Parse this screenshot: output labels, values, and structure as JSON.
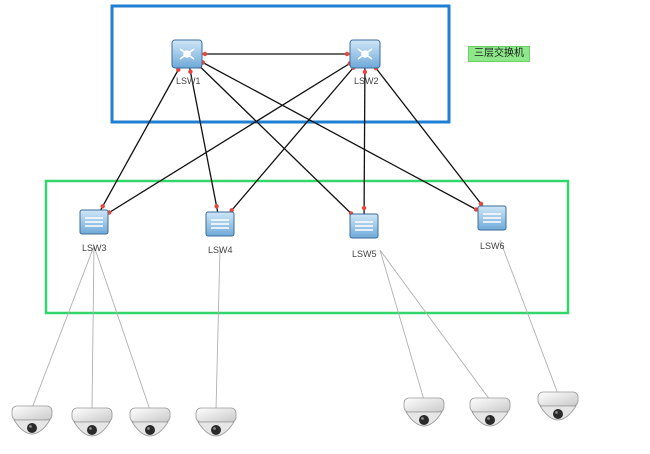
{
  "diagram": {
    "group_label": "三层交换机",
    "core_switches": [
      {
        "id": "lsw1",
        "label": "LSW1"
      },
      {
        "id": "lsw2",
        "label": "LSW2"
      }
    ],
    "access_switches": [
      {
        "id": "lsw3",
        "label": "LSW3"
      },
      {
        "id": "lsw4",
        "label": "LSW4"
      },
      {
        "id": "lsw5",
        "label": "LSW5"
      },
      {
        "id": "lsw6",
        "label": "LSW6"
      }
    ],
    "cameras": [
      {
        "id": "cam1",
        "uplink": "lsw3"
      },
      {
        "id": "cam2",
        "uplink": "lsw3"
      },
      {
        "id": "cam3",
        "uplink": "lsw3"
      },
      {
        "id": "cam4",
        "uplink": "lsw4"
      },
      {
        "id": "cam5",
        "uplink": "lsw5"
      },
      {
        "id": "cam6",
        "uplink": "lsw5"
      },
      {
        "id": "cam7",
        "uplink": "lsw6"
      }
    ],
    "links": [
      [
        "lsw1",
        "lsw2"
      ],
      [
        "lsw1",
        "lsw3"
      ],
      [
        "lsw1",
        "lsw4"
      ],
      [
        "lsw1",
        "lsw5"
      ],
      [
        "lsw1",
        "lsw6"
      ],
      [
        "lsw2",
        "lsw3"
      ],
      [
        "lsw2",
        "lsw4"
      ],
      [
        "lsw2",
        "lsw5"
      ],
      [
        "lsw2",
        "lsw6"
      ]
    ],
    "colors": {
      "core_box": "#1f7fd0",
      "access_box": "#33d66a",
      "link": "#111111",
      "port_dot": "#e8453c",
      "camera_link": "#b0b0b0",
      "label_bg": "#8ee88a"
    }
  }
}
